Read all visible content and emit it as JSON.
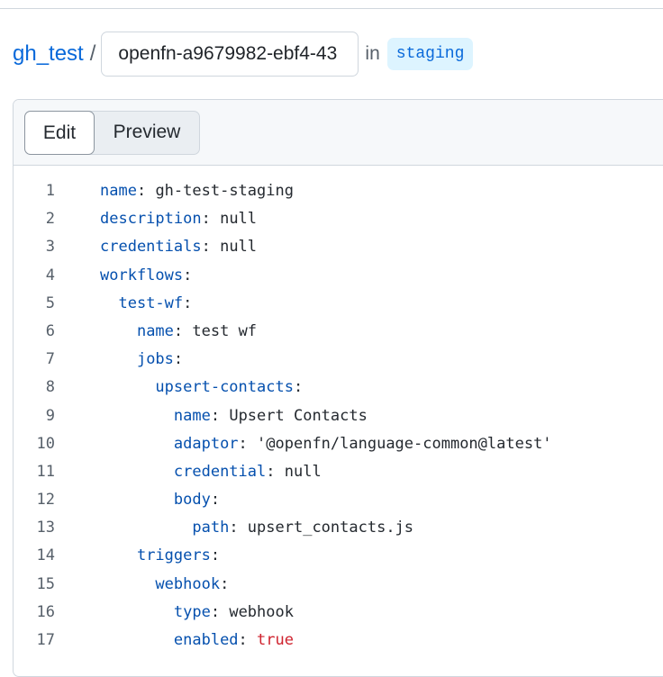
{
  "breadcrumb": {
    "repo": "gh_test",
    "separator": "/",
    "filename_value": "openfn-a9679982-ebf4-43",
    "in_label": "in",
    "branch": "staging"
  },
  "tabs": {
    "edit": "Edit",
    "preview": "Preview"
  },
  "code_lines": [
    {
      "n": "1",
      "indent": "",
      "key": "name",
      "colon": ": ",
      "value": "gh-test-staging",
      "vclass": "v"
    },
    {
      "n": "2",
      "indent": "",
      "key": "description",
      "colon": ": ",
      "value": "null",
      "vclass": "v"
    },
    {
      "n": "3",
      "indent": "",
      "key": "credentials",
      "colon": ": ",
      "value": "null",
      "vclass": "v"
    },
    {
      "n": "4",
      "indent": "",
      "key": "workflows",
      "colon": ":",
      "value": "",
      "vclass": "v"
    },
    {
      "n": "5",
      "indent": "  ",
      "key": "test-wf",
      "colon": ":",
      "value": "",
      "vclass": "v"
    },
    {
      "n": "6",
      "indent": "    ",
      "key": "name",
      "colon": ": ",
      "value": "test wf",
      "vclass": "v"
    },
    {
      "n": "7",
      "indent": "    ",
      "key": "jobs",
      "colon": ":",
      "value": "",
      "vclass": "v"
    },
    {
      "n": "8",
      "indent": "      ",
      "key": "upsert-contacts",
      "colon": ":",
      "value": "",
      "vclass": "v"
    },
    {
      "n": "9",
      "indent": "        ",
      "key": "name",
      "colon": ": ",
      "value": "Upsert Contacts",
      "vclass": "v"
    },
    {
      "n": "10",
      "indent": "        ",
      "key": "adaptor",
      "colon": ": ",
      "value": "'@openfn/language-common@latest'",
      "vclass": "s"
    },
    {
      "n": "11",
      "indent": "        ",
      "key": "credential",
      "colon": ": ",
      "value": "null",
      "vclass": "v"
    },
    {
      "n": "12",
      "indent": "        ",
      "key": "body",
      "colon": ":",
      "value": "",
      "vclass": "v"
    },
    {
      "n": "13",
      "indent": "          ",
      "key": "path",
      "colon": ": ",
      "value": "upsert_contacts.js",
      "vclass": "v"
    },
    {
      "n": "14",
      "indent": "    ",
      "key": "triggers",
      "colon": ":",
      "value": "",
      "vclass": "v"
    },
    {
      "n": "15",
      "indent": "      ",
      "key": "webhook",
      "colon": ":",
      "value": "",
      "vclass": "v"
    },
    {
      "n": "16",
      "indent": "        ",
      "key": "type",
      "colon": ": ",
      "value": "webhook",
      "vclass": "v"
    },
    {
      "n": "17",
      "indent": "        ",
      "key": "enabled",
      "colon": ": ",
      "value": "true",
      "vclass": "b"
    }
  ]
}
